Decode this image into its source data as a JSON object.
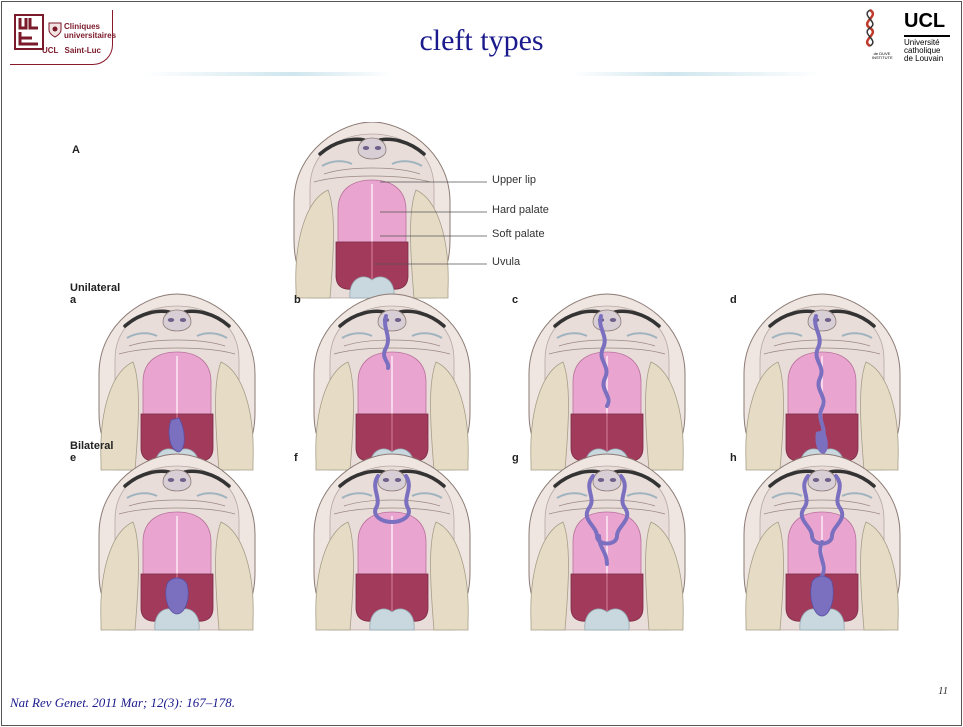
{
  "header": {
    "title": "cleft types",
    "left_logo": {
      "ucl_text": "UCL",
      "institution_line1": "Cliniques",
      "institution_line2": "universitaires",
      "institution_line3": "Saint-Luc"
    },
    "right_logo": {
      "ucl_text": "UCL",
      "line1": "Université",
      "line2": "catholique",
      "line3": "de Louvain",
      "institute_line1": "de DUVE",
      "institute_line2": "INSTITUTE"
    }
  },
  "figure": {
    "top_panel_label": "A",
    "callouts": [
      "Upper lip",
      "Hard palate",
      "Soft palate",
      "Uvula"
    ],
    "rows": [
      {
        "title": "Unilateral",
        "panels": [
          "a",
          "b",
          "c",
          "d"
        ]
      },
      {
        "title": "Bilateral",
        "panels": [
          "e",
          "f",
          "g",
          "h"
        ]
      }
    ],
    "colors": {
      "cleft": "#7b70c0",
      "hard_palate": "#e9a5cf",
      "soft_palate": "#a23a5c",
      "teeth": "#e6dcc6"
    }
  },
  "footer": {
    "citation": "Nat Rev Genet. 2011 Mar; 12(3): 167–178.",
    "page_number": "11"
  }
}
